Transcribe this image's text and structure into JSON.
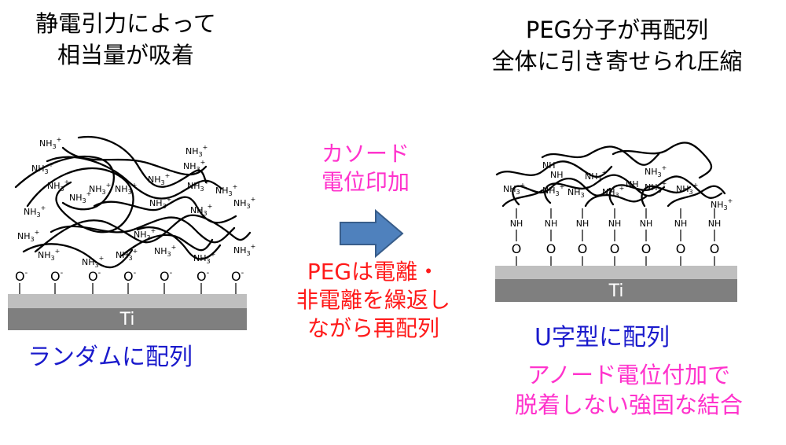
{
  "left_panel": {
    "heading_line1": "静電引力によって",
    "heading_line2": "相当量が吸着",
    "caption": "ランダムに配列",
    "substrate_label": "Ti",
    "ion_label": "NH",
    "ion_sub": "3",
    "ion_sup": "+",
    "oxide_label": "O",
    "oxide_sup": "-"
  },
  "middle": {
    "process_line1": "カソード",
    "process_line2": "電位印加",
    "note_line1": "PEGは電離・",
    "note_line2": "非電離を繰返し",
    "note_line3": "ながら再配列",
    "arrow_icon": "right-arrow-icon"
  },
  "right_panel": {
    "heading_line1": "PEG分子が再配列",
    "heading_line2": "全体に引き寄せられ圧縮",
    "caption": "U字型に配列",
    "note_line1": "アノード電位付加で",
    "note_line2": "脱着しない強固な結合",
    "substrate_label": "Ti",
    "nh_label": "NH",
    "o_label": "O"
  },
  "colors": {
    "pink": "#ff33cc",
    "red": "#ff1a1a",
    "blue": "#1a1acc",
    "arrow_fill": "#4f81bd",
    "arrow_stroke": "#385d8a",
    "substrate_light": "#bfbfbf",
    "substrate_dark": "#7f7f7f"
  }
}
